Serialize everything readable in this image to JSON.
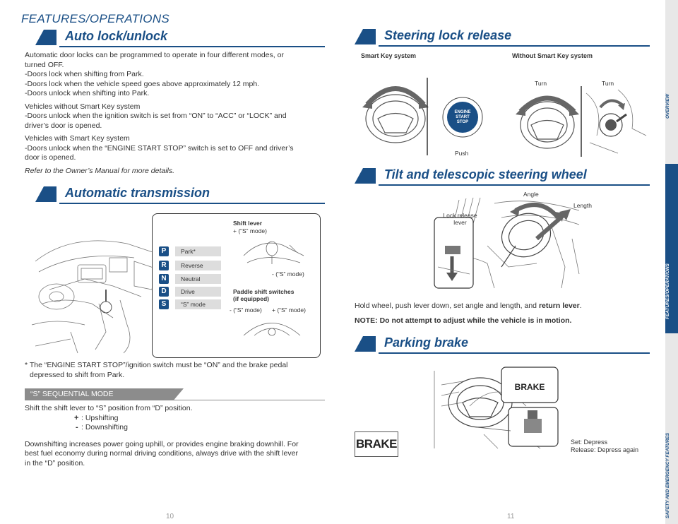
{
  "header": {
    "section": "FEATURES/OPERATIONS"
  },
  "auto_lock": {
    "title": "Auto lock/unlock",
    "para1": [
      "Automatic door locks can be programmed to operate in four different modes, or",
      "turned OFF.",
      "-Doors lock when shifting from Park.",
      "-Doors lock when the vehicle speed goes above approximately 12 mph.",
      "-Doors unlock when shifting into Park."
    ],
    "para2": [
      "Vehicles without Smart Key system",
      "-Doors unlock when the ignition switch is set from “ON” to “ACC” or “LOCK” and",
      "driver’s door is opened."
    ],
    "para3": [
      "Vehicles with Smart Key system",
      "-Doors unlock when the “ENGINE START STOP” switch is set to OFF and driver’s",
      "door is opened."
    ],
    "refer": "Refer to the Owner’s Manual for more details."
  },
  "auto_trans": {
    "title": "Automatic transmission",
    "modes": [
      {
        "letter": "P",
        "label": "Park*"
      },
      {
        "letter": "R",
        "label": "Reverse"
      },
      {
        "letter": "N",
        "label": "Neutral"
      },
      {
        "letter": "D",
        "label": "Drive"
      },
      {
        "letter": "S",
        "label": "“S” mode"
      }
    ],
    "shift_lever": "Shift lever",
    "plus_s": "+ (“S” mode)",
    "minus_s": "- (“S” mode)",
    "paddle1": "Paddle shift switches",
    "paddle2": "(if equipped)",
    "paddle_minus": "- (“S” mode)",
    "paddle_plus": "+ (“S” mode)",
    "footnote1": "* The “ENGINE START STOP”/ignition switch must be “ON” and the brake pedal",
    "footnote2": "depressed to shift from Park."
  },
  "sequential": {
    "tab": "“S” SEQUENTIAL MODE",
    "line1": "Shift the shift lever to “S” position from “D” position.",
    "plus": "+",
    "plus_text": ":   Upshifting",
    "minus": "-",
    "minus_text": ":   Downshifting",
    "para": [
      "Downshifting increases power going uphill, or provides engine braking downhill. For",
      "best fuel economy during normal driving conditions, always drive with the shift lever",
      "in the “D” position."
    ]
  },
  "steering_lock": {
    "title": "Steering lock release",
    "smart": "Smart Key system",
    "without": "Without Smart Key system",
    "push": "Push",
    "turn1": "Turn",
    "turn2": "Turn",
    "button": [
      "ENGINE",
      "START",
      "STOP"
    ]
  },
  "tilt": {
    "title": "Tilt and telescopic steering wheel",
    "angle": "Angle",
    "length": "Length",
    "lever1": "Lock release",
    "lever2": "lever",
    "instr_a": "Hold wheel, push lever down, set angle and length, and ",
    "instr_b": "return lever",
    "instr_c": ".",
    "note": "NOTE: Do not attempt to adjust while the vehicle is in motion."
  },
  "parking": {
    "title": "Parking brake",
    "brake_big": "BRAKE",
    "brake_callout": "BRAKE",
    "set": "Set: Depress",
    "release": "Release: Depress again"
  },
  "pages": {
    "left": "10",
    "right": "11"
  },
  "sidebar": {
    "overview": "OVERVIEW",
    "features": "FEATURES/OPERATIONS",
    "safety": "SAFETY AND EMERGENCY FEATURES"
  },
  "colors": {
    "accent": "#1a4f86",
    "tab_gray": "#8c8c8c"
  }
}
